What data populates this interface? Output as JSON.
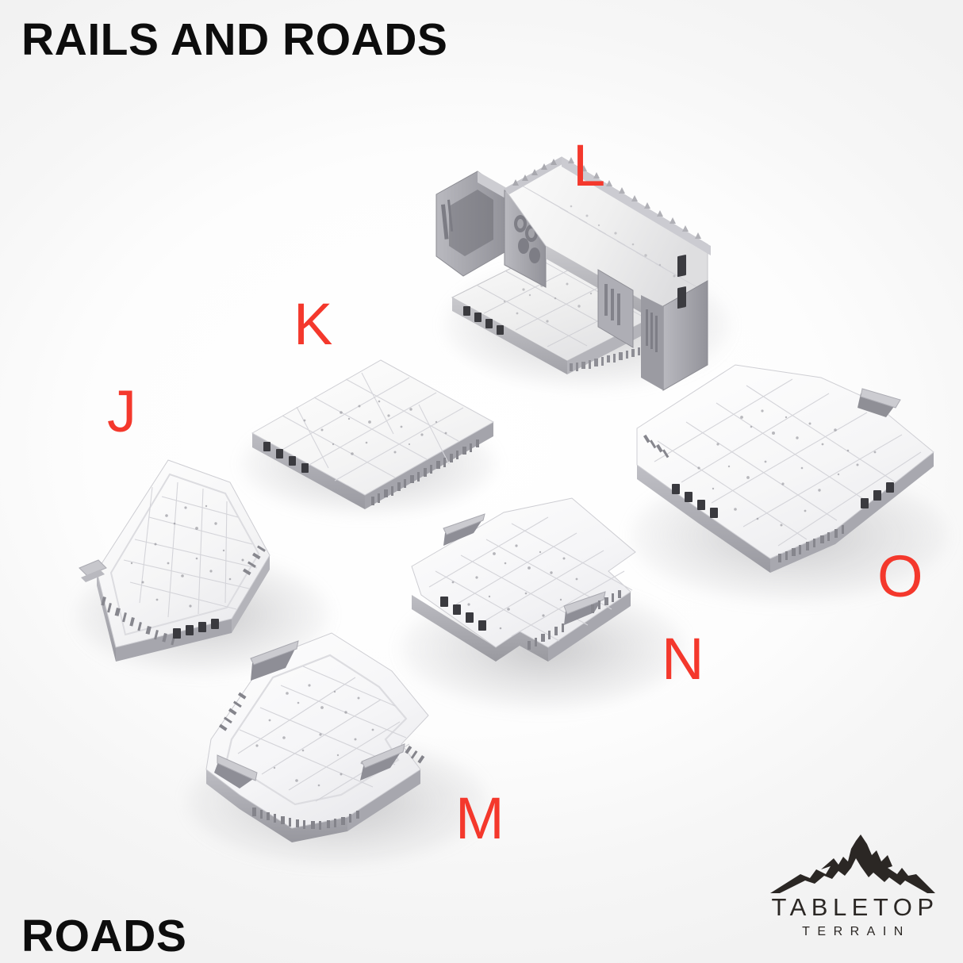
{
  "headline": {
    "top": "RAILS AND ROADS",
    "bottom": "ROADS"
  },
  "brand": {
    "name": "TABLETOP",
    "sub": "TERRAIN",
    "logo_icon": "mountain-icon",
    "color": "#2b2724"
  },
  "colors": {
    "label_red": "#f4382c",
    "headline_black": "#0d0d0d",
    "resin_light": "#f7f7f7",
    "resin_mid": "#d9d9db",
    "resin_dark": "#a9a9ad",
    "resin_edge": "#8d8d92",
    "background": "#ffffff"
  },
  "parts": [
    {
      "id": "J",
      "label": "J",
      "name": "road-tile-j",
      "description": "Angular five-sided cobbled road tile with runic border"
    },
    {
      "id": "K",
      "label": "K",
      "name": "road-tile-k",
      "description": "Rectangular cobbled road tile with runic front edge"
    },
    {
      "id": "L",
      "label": "L",
      "name": "bridge-overpass-l",
      "description": "Ornate arched bridge overpass with spiked railings and ramp deck"
    },
    {
      "id": "M",
      "label": "M",
      "name": "road-tile-m",
      "description": "Shield shaped cobbled tile with triangular cut-outs and runic rim"
    },
    {
      "id": "N",
      "label": "N",
      "name": "road-tile-n",
      "description": "Square cobbled tile with notched corner cut-outs"
    },
    {
      "id": "O",
      "label": "O",
      "name": "road-tile-o",
      "description": "Large irregular octagonal cobbled road tile"
    }
  ]
}
